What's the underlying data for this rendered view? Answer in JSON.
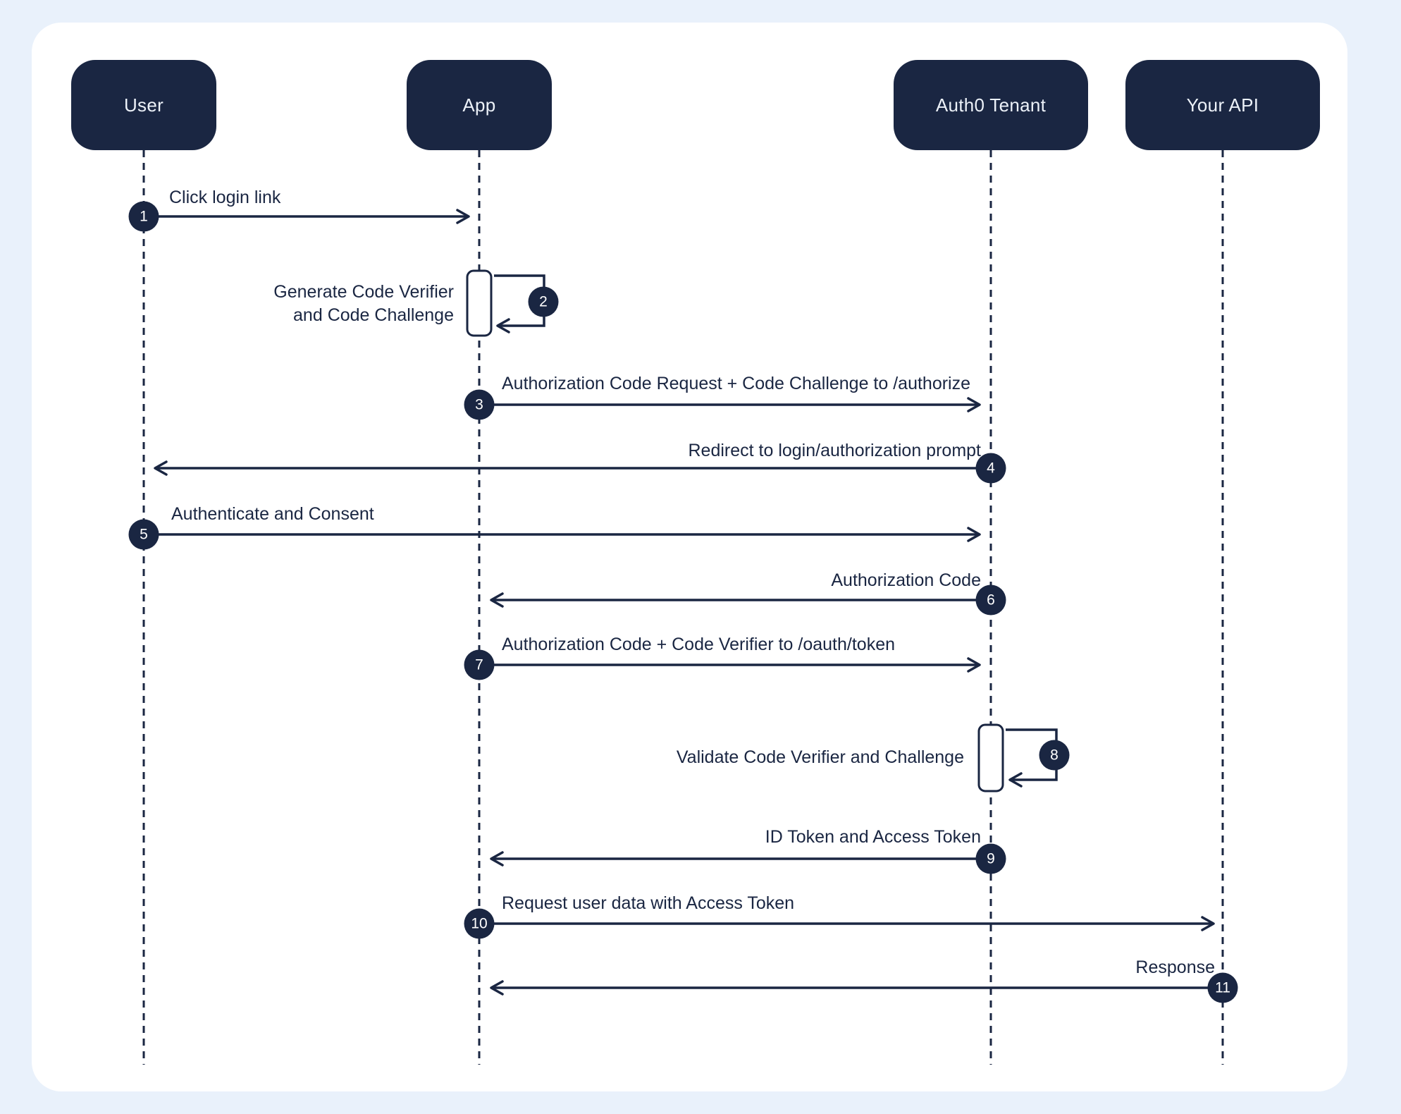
{
  "palette": {
    "page_bg": "#e9f1fb",
    "card_bg": "#ffffff",
    "navy": "#1a2642",
    "box_text": "#ecf1f8"
  },
  "diagram": {
    "kind": "sequence-diagram",
    "topic": "Authorization Code Flow with PKCE"
  },
  "actors": [
    {
      "id": "user",
      "label": "User"
    },
    {
      "id": "app",
      "label": "App"
    },
    {
      "id": "auth0",
      "label": "Auth0 Tenant"
    },
    {
      "id": "api",
      "label": "Your API"
    }
  ],
  "messages": [
    {
      "num": "1",
      "label": "Click login link",
      "from": "User",
      "to": "App",
      "direction": "right"
    },
    {
      "num": "2",
      "label": "Generate Code Verifier and Code Challenge",
      "lines": [
        "Generate Code Verifier",
        "and Code Challenge"
      ],
      "from": "App",
      "to": "App",
      "direction": "self"
    },
    {
      "num": "3",
      "label": "Authorization Code Request + Code Challenge to /authorize",
      "from": "App",
      "to": "Auth0 Tenant",
      "direction": "right"
    },
    {
      "num": "4",
      "label": "Redirect to login/authorization prompt",
      "from": "Auth0 Tenant",
      "to": "User",
      "direction": "left"
    },
    {
      "num": "5",
      "label": "Authenticate and Consent",
      "from": "User",
      "to": "Auth0 Tenant",
      "direction": "right"
    },
    {
      "num": "6",
      "label": "Authorization Code",
      "from": "Auth0 Tenant",
      "to": "App",
      "direction": "left"
    },
    {
      "num": "7",
      "label": "Authorization Code + Code Verifier to /oauth/token",
      "from": "App",
      "to": "Auth0 Tenant",
      "direction": "right"
    },
    {
      "num": "8",
      "label": "Validate Code Verifier and Challenge",
      "from": "Auth0 Tenant",
      "to": "Auth0 Tenant",
      "direction": "self"
    },
    {
      "num": "9",
      "label": "ID Token and Access Token",
      "from": "Auth0 Tenant",
      "to": "App",
      "direction": "left"
    },
    {
      "num": "10",
      "label": "Request user data with Access Token",
      "from": "App",
      "to": "Your API",
      "direction": "right"
    },
    {
      "num": "11",
      "label": "Response",
      "from": "Your API",
      "to": "App",
      "direction": "left"
    }
  ]
}
